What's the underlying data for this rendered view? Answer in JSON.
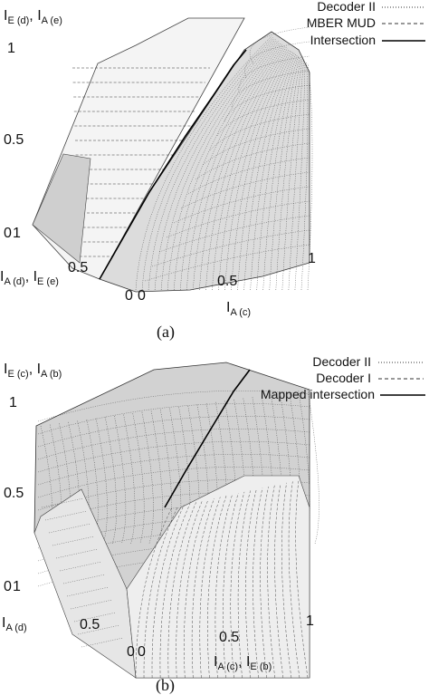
{
  "figure": {
    "panels": [
      {
        "caption": "(a)",
        "legend": {
          "entries": [
            "Decoder II",
            "MBER MUD",
            "Intersection"
          ]
        },
        "axes": {
          "z": {
            "label_main": "I",
            "label_sub": "E (d)",
            "label_sep": ", ",
            "label_main2": "I",
            "label_sub2": "A (e)",
            "ticks": [
              "0",
              "0.5",
              "1"
            ]
          },
          "left": {
            "label_main": "I",
            "label_sub": "A (d)",
            "label_sep": ", ",
            "label_main2": "I",
            "label_sub2": "E (e)",
            "ticks": [
              "0",
              "0.5",
              "1"
            ]
          },
          "right": {
            "label_main": "I",
            "label_sub": "A (c)",
            "ticks": [
              "0",
              "0.5",
              "1"
            ]
          }
        }
      },
      {
        "caption": "(b)",
        "legend": {
          "entries": [
            "Decoder II",
            "Decoder I",
            "Mapped intersection"
          ]
        },
        "axes": {
          "z": {
            "label_main": "I",
            "label_sub": "E (c)",
            "label_sep": ", ",
            "label_main2": "I",
            "label_sub2": "A (b)",
            "ticks": [
              "0",
              "0.5",
              "1"
            ]
          },
          "left": {
            "label_main": "I",
            "label_sub": "A (d)",
            "ticks": [
              "0",
              "0.5",
              "1"
            ]
          },
          "right": {
            "label_main": "I",
            "label_sub": "A (c)",
            "label_sep": ", ",
            "label_main2": "I",
            "label_sub2": "E (b)",
            "ticks": [
              "0",
              "0.5",
              "1"
            ]
          }
        }
      }
    ]
  },
  "chart_data": [
    {
      "type": "surface3d",
      "series": [
        {
          "name": "Decoder II",
          "line_style": "dotted"
        },
        {
          "name": "MBER MUD",
          "line_style": "dashed"
        },
        {
          "name": "Intersection",
          "line_style": "solid"
        }
      ],
      "axes_range": [
        [
          0,
          1
        ],
        [
          0,
          1
        ],
        [
          0,
          1
        ]
      ]
    },
    {
      "type": "surface3d",
      "series": [
        {
          "name": "Decoder II",
          "line_style": "dotted"
        },
        {
          "name": "Decoder I",
          "line_style": "dashed"
        },
        {
          "name": "Mapped intersection",
          "line_style": "solid"
        }
      ],
      "axes_range": [
        [
          0,
          1
        ],
        [
          0,
          1
        ],
        [
          0,
          1
        ]
      ]
    }
  ]
}
